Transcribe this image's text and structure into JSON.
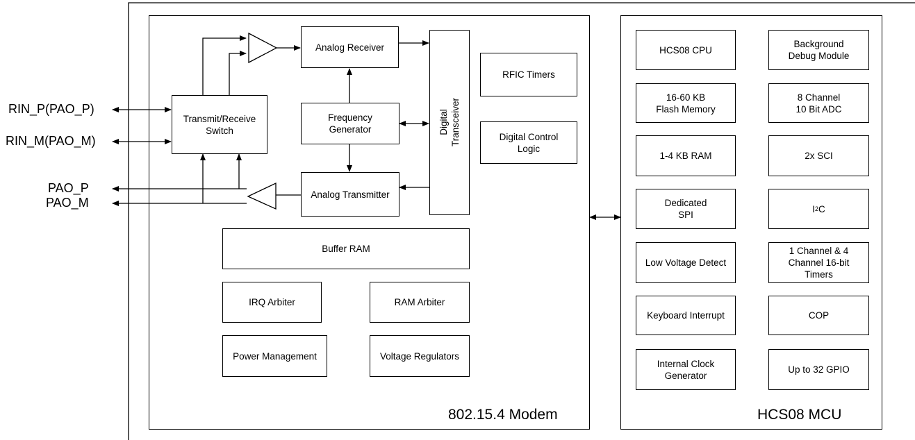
{
  "pins": {
    "rin_p": "RIN_P(PAO_P)",
    "rin_m": "RIN_M(PAO_M)",
    "pao_p": "PAO_P",
    "pao_m": "PAO_M"
  },
  "modem": {
    "title": "802.15.4 Modem",
    "transmit_receive_switch": "Transmit/Receive\nSwitch",
    "analog_receiver": "Analog Receiver",
    "frequency_generator": "Frequency\nGenerator",
    "analog_transmitter": "Analog Transmitter",
    "digital_transceiver": "Digital\nTransceiver",
    "rfic_timers": "RFIC Timers",
    "digital_control_logic": "Digital Control\nLogic",
    "buffer_ram": "Buffer RAM",
    "irq_arbiter": "IRQ Arbiter",
    "ram_arbiter": "RAM Arbiter",
    "power_management": "Power Management",
    "voltage_regulators": "Voltage Regulators"
  },
  "mcu": {
    "title": "HCS08 MCU",
    "cpu": "HCS08 CPU",
    "bdm": "Background\nDebug Module",
    "flash": "16-60 KB\nFlash Memory",
    "adc": "8 Channel\n10 Bit ADC",
    "ram": "1-4 KB RAM",
    "sci": "2x SCI",
    "spi": "Dedicated\nSPI",
    "i2c_base": "I",
    "i2c_sup": "2",
    "i2c_tail": "C",
    "lvd": "Low Voltage Detect",
    "timers": "1 Channel & 4\nChannel 16-bit\nTimers",
    "kbi": "Keyboard Interrupt",
    "cop": "COP",
    "icg": "Internal Clock\nGenerator",
    "gpio": "Up to 32 GPIO"
  }
}
